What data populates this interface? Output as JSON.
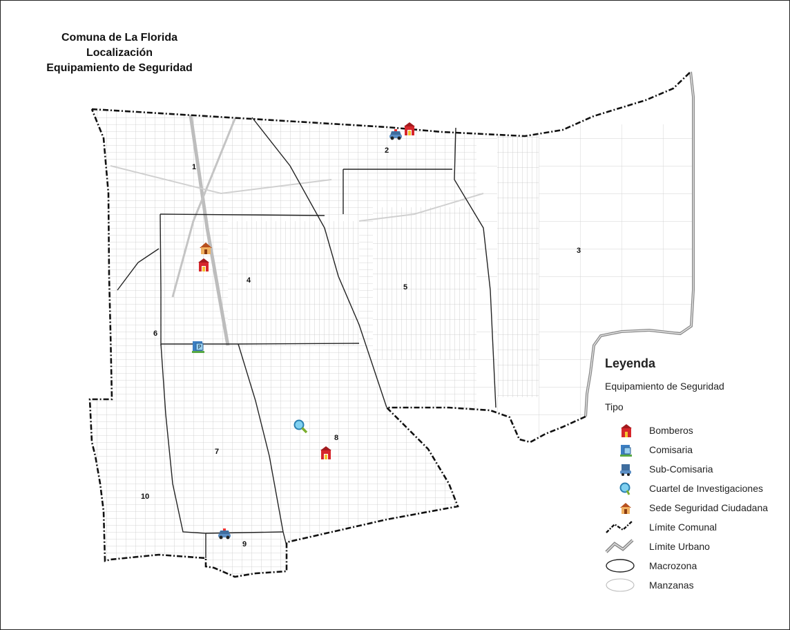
{
  "title": {
    "line1": "Comuna de La Florida",
    "line2": "Localización",
    "line3": "Equipamiento de Seguridad"
  },
  "zones": [
    "1",
    "2",
    "3",
    "4",
    "5",
    "6",
    "7",
    "8",
    "9",
    "10"
  ],
  "legend": {
    "heading": "Leyenda",
    "subtitle": "Equipamiento de Seguridad",
    "type_label": "Tipo",
    "items": [
      {
        "label": "Bomberos",
        "icon": "fire-station-icon",
        "color": "#d6262b"
      },
      {
        "label": "Comisaria",
        "icon": "police-station-icon",
        "color": "#3b7ec2"
      },
      {
        "label": "Sub-Comisaria",
        "icon": "police-car-icon",
        "color": "#3f6d9e"
      },
      {
        "label": "Cuartel de Investigaciones",
        "icon": "magnifier-icon",
        "color": "#2aa7d8"
      },
      {
        "label": "Sede Seguridad Ciudadana",
        "icon": "house-icon",
        "color": "#e08a2a"
      },
      {
        "label": "Límite Comunal",
        "icon": "dashed-line-icon",
        "color": "#111111"
      },
      {
        "label": "Límite Urbano",
        "icon": "double-line-icon",
        "color": "#888888"
      },
      {
        "label": "Macrozona",
        "icon": "ellipse-icon",
        "color": "#222222"
      },
      {
        "label": "Manzanas",
        "icon": "ellipse-light-icon",
        "color": "#bbbbbb"
      }
    ]
  }
}
